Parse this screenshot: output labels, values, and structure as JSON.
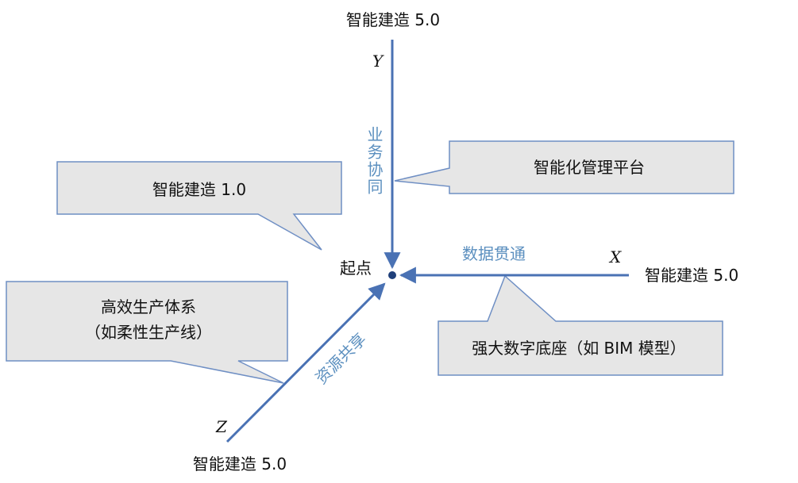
{
  "axes": {
    "y": {
      "letter": "Y",
      "end_label": "智能建造 5.0",
      "flow_label": "业务协同"
    },
    "x": {
      "letter": "X",
      "end_label": "智能建造 5.0",
      "flow_label": "数据贯通"
    },
    "z": {
      "letter": "Z",
      "end_label": "智能建造 5.0",
      "flow_label": "资源共享"
    }
  },
  "origin": {
    "label": "起点"
  },
  "callouts": {
    "smart_build_1": "智能建造 1.0",
    "smart_mgmt_platform": "智能化管理平台",
    "production_system": {
      "line1": "高效生产体系",
      "line2": "（如柔性生产线）"
    },
    "digital_base": "强大数字底座（如 BIM 模型）"
  },
  "colors": {
    "axis": "#4a72b4",
    "callout_fill": "#e6e6e6",
    "callout_stroke": "#6f8fc4",
    "flow_label": "#5b8fbf"
  }
}
